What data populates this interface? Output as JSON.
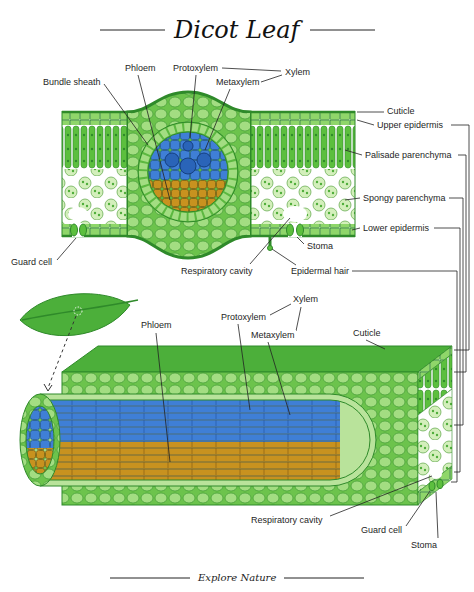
{
  "diagram": {
    "title": "Dicot Leaf",
    "caption": "Explore Nature",
    "labels": [
      "Bundle sheath",
      "Phloem",
      "Protoxylem",
      "Xylem",
      "Metaxylem",
      "Cuticle",
      "Upper epidermis",
      "Palisade parenchyma",
      "Spongy parenchyma",
      "Lower epidermis",
      "Guard cell",
      "Stoma",
      "Respiratory cavity",
      "Epidermal hair",
      "Xylem",
      "Phloem",
      "Protoxylem",
      "Metaxylem",
      "Cuticle",
      "Guard cell",
      "Stoma",
      "Respiratory cavity"
    ]
  }
}
